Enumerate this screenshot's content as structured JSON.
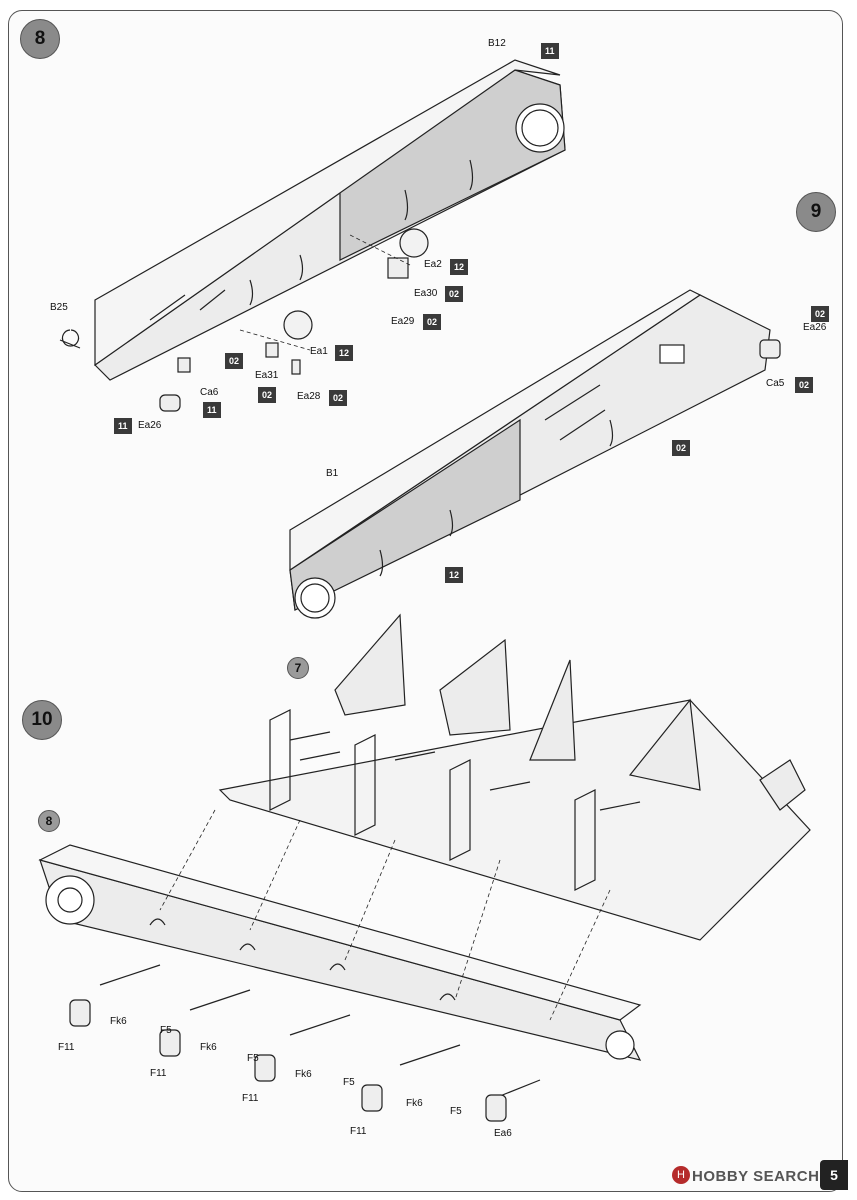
{
  "steps": {
    "s8": "8",
    "s9": "9",
    "s10": "10"
  },
  "refs": {
    "r7": "7",
    "r8": "8"
  },
  "parts": {
    "b12": "B12",
    "b25": "B25",
    "b1": "B1",
    "ea2": "Ea2",
    "ea30": "Ea30",
    "ea29": "Ea29",
    "ea1": "Ea1",
    "ea31": "Ea31",
    "ea28": "Ea28",
    "ca6": "Ca6",
    "ea26_a": "Ea26",
    "ea26_b": "Ea26",
    "ca5": "Ca5",
    "fk6_a": "Fk6",
    "fk6_b": "Fk6",
    "fk6_c": "Fk6",
    "fk6_d": "Fk6",
    "f5_a": "F5",
    "f5_b": "F5",
    "f5_c": "F5",
    "f5_d": "F5",
    "f11_a": "F11",
    "f11_b": "F11",
    "f11_c": "F11",
    "f11_d": "F11",
    "ea6": "Ea6"
  },
  "colors": {
    "c_b12": "11",
    "c_ea2": "12",
    "c_ea30": "02",
    "c_ea29": "02",
    "c_ea1": "12",
    "c_ea31": "02",
    "c_ea28": "02",
    "c_ca6": "11",
    "c_ea26a": "11",
    "c_side8": "02",
    "c_ea26b": "02",
    "c_ca5": "02",
    "c_b1a": "02",
    "c_b1b": "12"
  },
  "footer": {
    "brand": "HOBBY SEARCH",
    "logo": "H",
    "page": "5"
  },
  "palette": {
    "line": "#222222",
    "grey_panel": "#cfcfcf",
    "light_panel": "#ececec"
  }
}
